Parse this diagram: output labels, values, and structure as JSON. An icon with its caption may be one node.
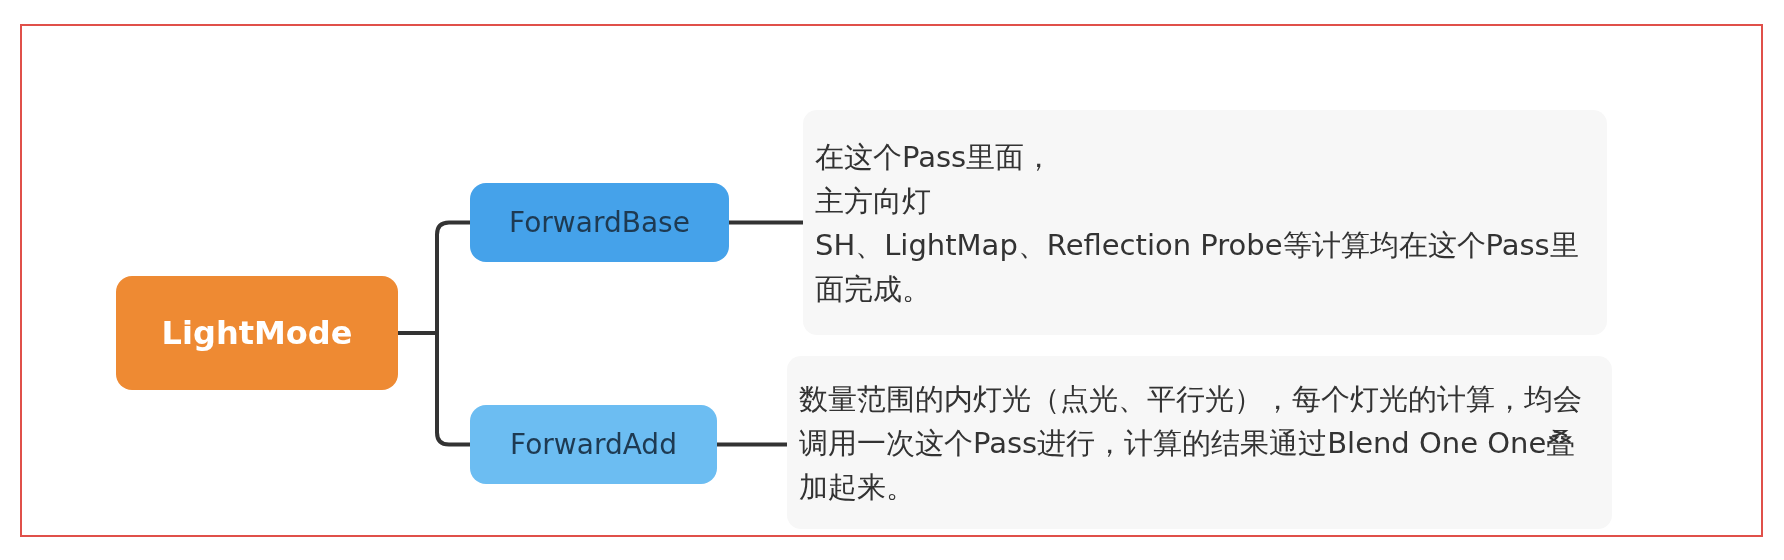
{
  "diagram": {
    "nodes": [
      {
        "text": [
          "LightMode"
        ]
      },
      {
        "text": [
          "ForwardBase"
        ]
      },
      {
        "text": [
          "ForwardAdd"
        ]
      },
      {
        "text": [
          "在这个Pass里面，",
          "主方向灯",
          "SH、LightMap、Reflection Probe等计算均在这个Pass里面完成。"
        ]
      },
      {
        "text": [
          "数量范围的内灯光（点光、平行光），每个灯光的计算，均会调用一次这个Pass进行，计算的结果通过Blend One One叠加起来。"
        ]
      }
    ],
    "edges": [
      {
        "from": 0,
        "to": 1,
        "arrow": "none"
      },
      {
        "from": 0,
        "to": 2,
        "arrow": "none"
      },
      {
        "from": 1,
        "to": 3,
        "arrow": "none"
      },
      {
        "from": 2,
        "to": 4,
        "arrow": "none"
      }
    ]
  }
}
